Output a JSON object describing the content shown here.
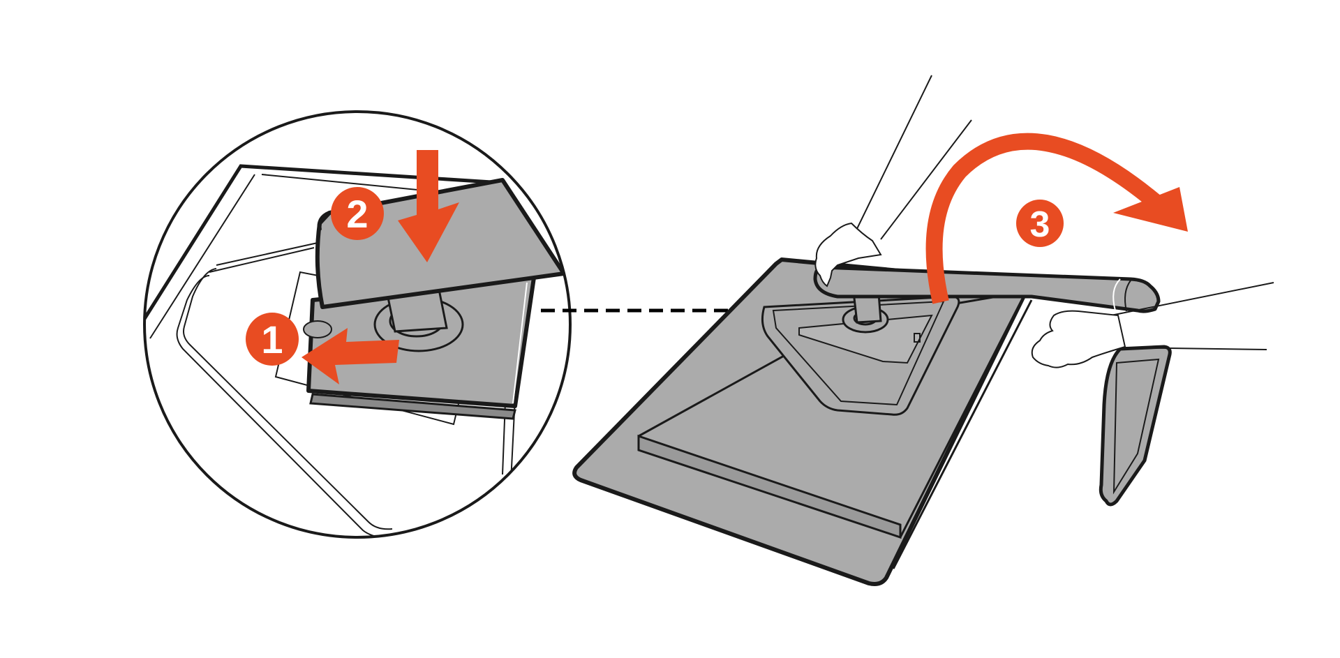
{
  "diagram": {
    "title": "",
    "steps": [
      {
        "number": "1",
        "action": "slide-in"
      },
      {
        "number": "2",
        "action": "press-down"
      },
      {
        "number": "3",
        "action": "flip-upright"
      }
    ],
    "colors": {
      "accent": "#e84c22",
      "panel_gray": "#ababab",
      "outline": "#1a1a1a",
      "pointer": "#000000",
      "background": "#ffffff"
    }
  }
}
